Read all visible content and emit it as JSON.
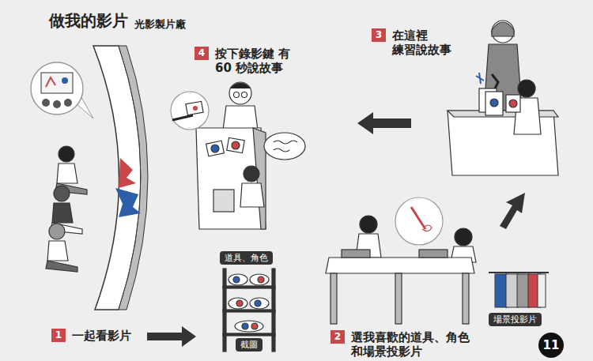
{
  "diagram": {
    "title": "做我的影片",
    "nodes": [
      {
        "text": [
          "1",
          "一起看影片"
        ]
      },
      {
        "text": [
          "道具、角色"
        ]
      },
      {
        "text": [
          "截圖"
        ]
      },
      {
        "text": [
          "2",
          "選我喜歡的道具、角色 和場景投影片"
        ]
      },
      {
        "text": [
          "場景投影片"
        ]
      },
      {
        "text": [
          "3",
          "在這裡 練習說故事"
        ]
      },
      {
        "text": [
          "4",
          "按下錄影鍵 有 60 秒說故事"
        ]
      },
      {
        "text": [
          "11"
        ]
      }
    ],
    "labels": [
      "光影製片廠"
    ]
  }
}
